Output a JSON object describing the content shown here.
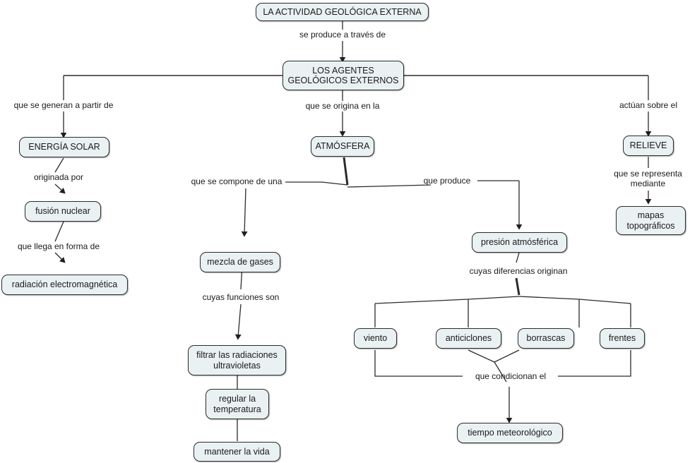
{
  "diagram": {
    "title": "LA ACTIVIDAD GEOLÓGICA EXTERNA",
    "language": "es",
    "type": "concept-map",
    "colors": {
      "node_fill": "#eaf1f3",
      "node_border": "#2b2b2b",
      "text": "#1a1a1a",
      "edge": "#2b2b2b",
      "background": "#ffffff"
    }
  },
  "nodes": {
    "root": "LA ACTIVIDAD GEOLÓGICA EXTERNA",
    "agentes": "LOS AGENTES\nGEOLÓGICOS EXTERNOS",
    "energia_solar": "ENERGÍA SOLAR",
    "fusion_nuclear": "fusión nuclear",
    "radiacion": "radiación electromagnética",
    "atmosfera": "ATMÓSFERA",
    "mezcla_gases": "mezcla de gases",
    "filtrar": "filtrar las radiaciones\nultravioletas",
    "regular": "regular la\ntemperatura",
    "mantener": "mantener la vida",
    "presion": "presión atmósférica",
    "viento": "viento",
    "anticiclones": "anticiclones",
    "borrascas": "borrascas",
    "frentes": "frentes",
    "tiempo": "tiempo meteorológico",
    "relieve": "RELIEVE",
    "mapas": "mapas\ntopográficos"
  },
  "link_labels": {
    "se_produce": "se produce a través de",
    "que_se_generan": "que se generan a partir de",
    "originada_por": "originada por",
    "que_llega": "que llega en forma de",
    "que_se_origina": "que se origina en la",
    "que_se_compone": "que se compone de una",
    "cuyas_funciones": "cuyas funciones son",
    "que_produce": "que produce",
    "cuyas_diferencias": "cuyas diferencias originan",
    "que_condicionan": "que condicionan el",
    "actuan_sobre": "actúan sobre el",
    "que_se_representa": "que se representa\nmediante"
  }
}
